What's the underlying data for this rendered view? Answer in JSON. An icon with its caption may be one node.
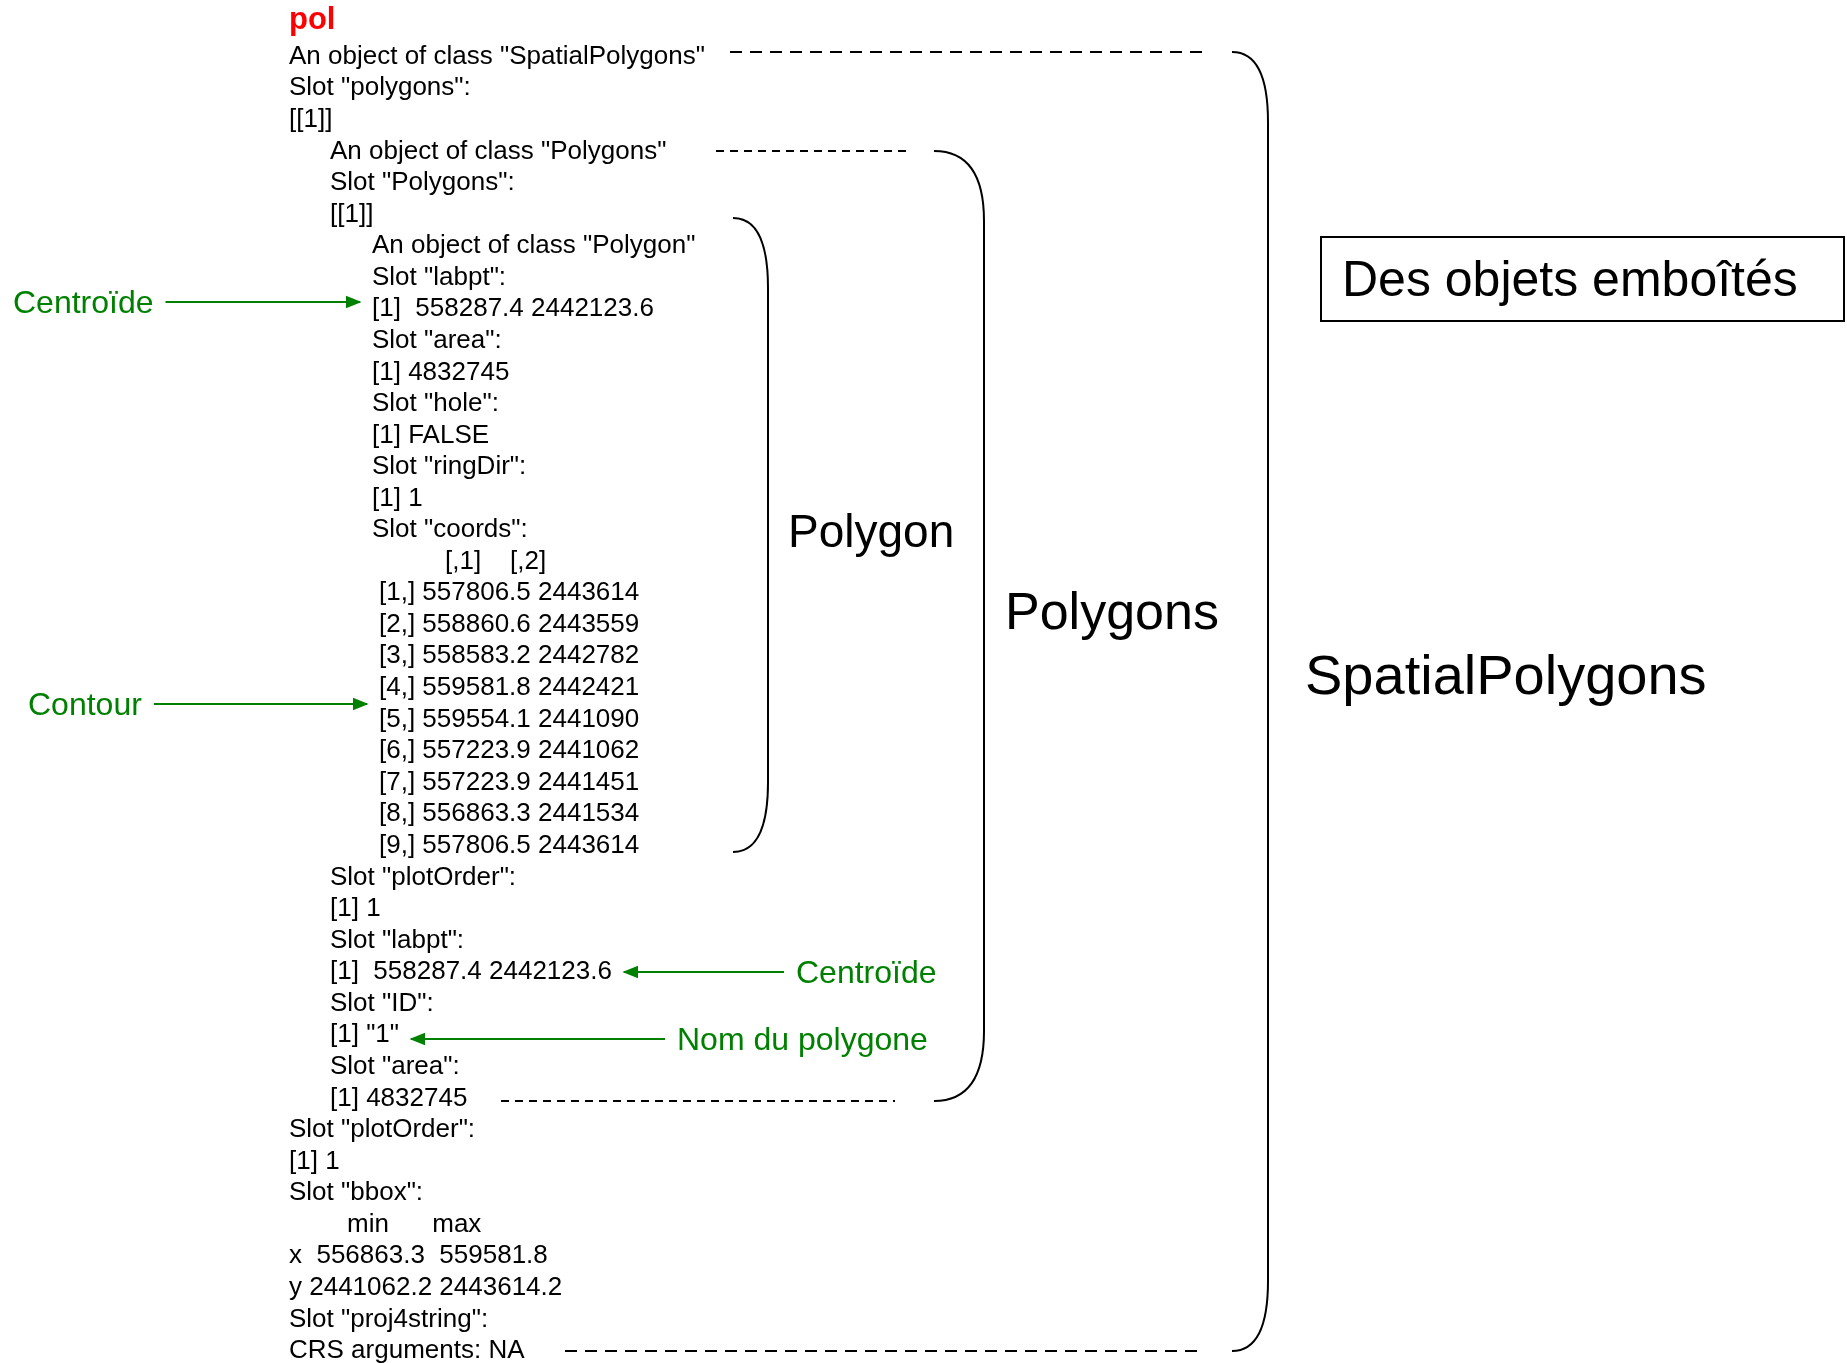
{
  "diagram": {
    "title": "pol",
    "nodes": [
      {
        "text": [
          "Centroïde"
        ]
      },
      {
        "text": [
          "[1]  558287.4 2442123.6"
        ]
      },
      {
        "text": [
          "Contour"
        ]
      },
      {
        "text": [
          "[1,] 557806.5 2443614",
          "[2,] 558860.6 2443559",
          "[3,] 558583.2 2442782",
          "[4,] 559581.8 2442421",
          "[5,] 559554.1 2441090",
          "[6,] 557223.9 2441062",
          "[7,] 557223.9 2441451",
          "[8,] 556863.3 2441534",
          "[9,] 557806.5 2443614"
        ]
      },
      {
        "text": [
          "Centroïde"
        ]
      },
      {
        "text": [
          "[1]  558287.4 2442123.6"
        ]
      },
      {
        "text": [
          "Nom du polygone"
        ]
      },
      {
        "text": [
          "[1] \"1\""
        ]
      },
      {
        "text": [
          "Des objets emboîtés"
        ]
      }
    ],
    "edges": [
      {
        "from": 0,
        "to": 1,
        "arrow": "to"
      },
      {
        "from": 2,
        "to": 3,
        "arrow": "to"
      },
      {
        "from": 4,
        "to": 5,
        "arrow": "to"
      },
      {
        "from": 6,
        "to": 7,
        "arrow": "to"
      }
    ],
    "labels": [
      "An object of class \"SpatialPolygons\"",
      "Slot \"polygons\":",
      "[[1]]",
      "An object of class \"Polygons\"",
      "Slot \"Polygons\":",
      "[[1]]",
      "An object of class \"Polygon\"",
      "Slot \"labpt\":",
      "Slot \"area\":",
      "[1] 4832745",
      "Slot \"hole\":",
      "[1] FALSE",
      "Slot \"ringDir\":",
      "[1] 1",
      "Slot \"coords\":",
      "[,1]    [,2]",
      "Slot \"plotOrder\":",
      "[1] 1",
      "Slot \"labpt\":",
      "Slot \"ID\":",
      "Slot \"area\":",
      "[1] 4832745",
      "Slot \"plotOrder\":",
      "[1] 1",
      "Slot \"bbox\":",
      "min      max",
      "x  556863.3  559581.8",
      "y 2441062.2 2443614.2",
      "Slot \"proj4string\":",
      "CRS arguments: NA",
      "Polygon",
      "Polygons",
      "SpatialPolygons"
    ]
  }
}
